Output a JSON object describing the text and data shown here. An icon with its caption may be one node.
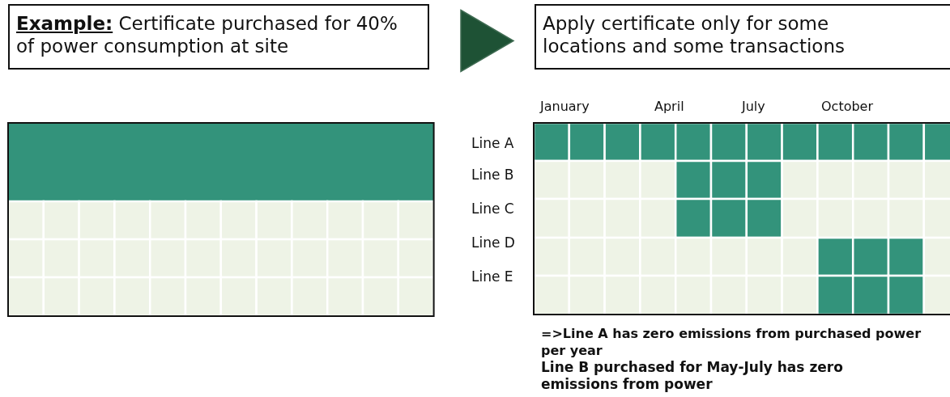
{
  "diagram": {
    "nodes": [
      {
        "text": [
          "**Example:** Certificate purchased for 40% of power consumption at site"
        ]
      },
      {
        "text": [
          "Apply certificate only for some locations and some transactions"
        ]
      }
    ],
    "edges": [
      {
        "from": 0,
        "to": 1,
        "arrow": "to"
      }
    ],
    "labels": [
      "January",
      "April",
      "July",
      "October",
      "Line A",
      "Line B",
      "Line C",
      "Line D",
      "Line E",
      "=>Line A has zero emissions from purchased power per year",
      "Line B purchased for May-July has zero emissions from power"
    ]
  }
}
